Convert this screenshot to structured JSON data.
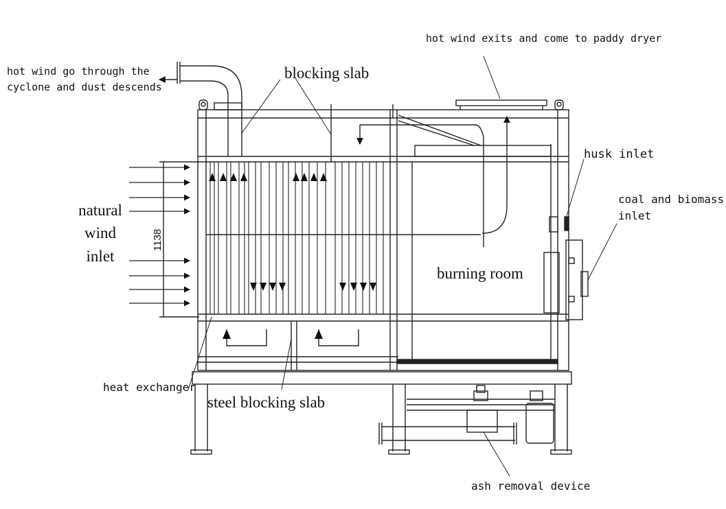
{
  "diagram": {
    "labels": {
      "hot_wind_cyclone": [
        "hot wind go through the",
        "cyclone and dust descends"
      ],
      "blocking_slab": "blocking slab",
      "hot_wind_exits": "hot wind exits and come to paddy dryer",
      "husk_inlet": "husk inlet",
      "coal_biomass_inlet": [
        "coal and biomass",
        "inlet"
      ],
      "natural_wind_inlet": [
        "natural",
        "wind",
        "inlet"
      ],
      "burning_room": "burning room",
      "heat_exchanger": "heat exchanger",
      "steel_blocking_slab": "steel blocking slab",
      "ash_removal_device": "ash removal device",
      "dimension": "1138"
    }
  }
}
